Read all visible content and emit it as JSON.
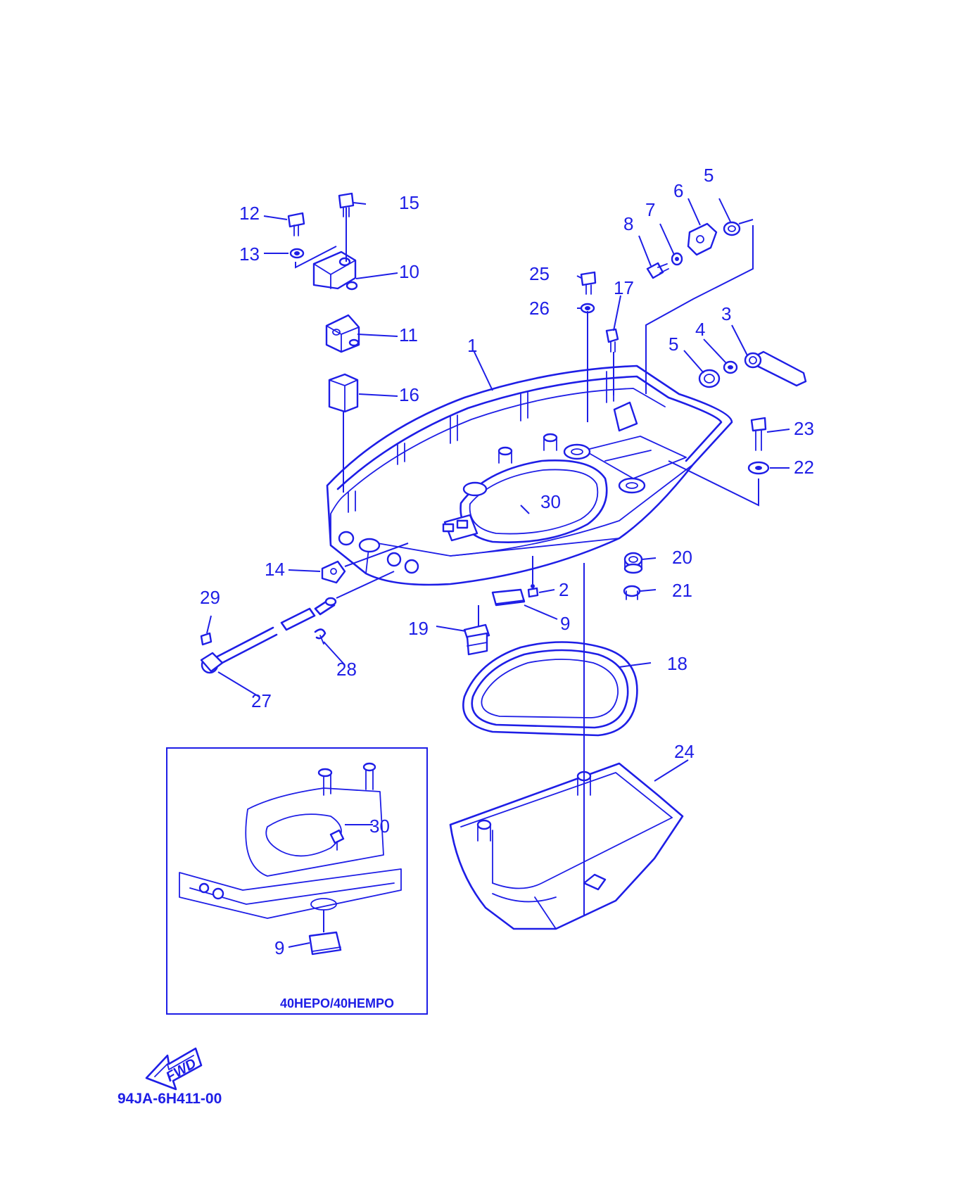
{
  "diagram": {
    "ink_color": "#1e1ee6",
    "background": "#ffffff",
    "part_callouts": [
      {
        "id": "p1",
        "label": "1"
      },
      {
        "id": "p2",
        "label": "2"
      },
      {
        "id": "p3",
        "label": "3"
      },
      {
        "id": "p4",
        "label": "4"
      },
      {
        "id": "p5a",
        "label": "5"
      },
      {
        "id": "p5b",
        "label": "5"
      },
      {
        "id": "p6",
        "label": "6"
      },
      {
        "id": "p7",
        "label": "7"
      },
      {
        "id": "p8",
        "label": "8"
      },
      {
        "id": "p9a",
        "label": "9"
      },
      {
        "id": "p10",
        "label": "10"
      },
      {
        "id": "p11",
        "label": "11"
      },
      {
        "id": "p12",
        "label": "12"
      },
      {
        "id": "p13",
        "label": "13"
      },
      {
        "id": "p14",
        "label": "14"
      },
      {
        "id": "p15",
        "label": "15"
      },
      {
        "id": "p16",
        "label": "16"
      },
      {
        "id": "p17",
        "label": "17"
      },
      {
        "id": "p18",
        "label": "18"
      },
      {
        "id": "p19",
        "label": "19"
      },
      {
        "id": "p20",
        "label": "20"
      },
      {
        "id": "p21",
        "label": "21"
      },
      {
        "id": "p22",
        "label": "22"
      },
      {
        "id": "p23",
        "label": "23"
      },
      {
        "id": "p24",
        "label": "24"
      },
      {
        "id": "p25",
        "label": "25"
      },
      {
        "id": "p26",
        "label": "26"
      },
      {
        "id": "p27",
        "label": "27"
      },
      {
        "id": "p28",
        "label": "28"
      },
      {
        "id": "p29",
        "label": "29"
      },
      {
        "id": "p30a",
        "label": "30"
      }
    ],
    "inset": {
      "model_label": "40HEPO/40HEMPO",
      "callouts": [
        {
          "id": "i30",
          "label": "30"
        },
        {
          "id": "i9",
          "label": "9"
        }
      ]
    },
    "fwd_arrow_label": "FWD",
    "drawing_code": "94JA-6H411-00"
  }
}
